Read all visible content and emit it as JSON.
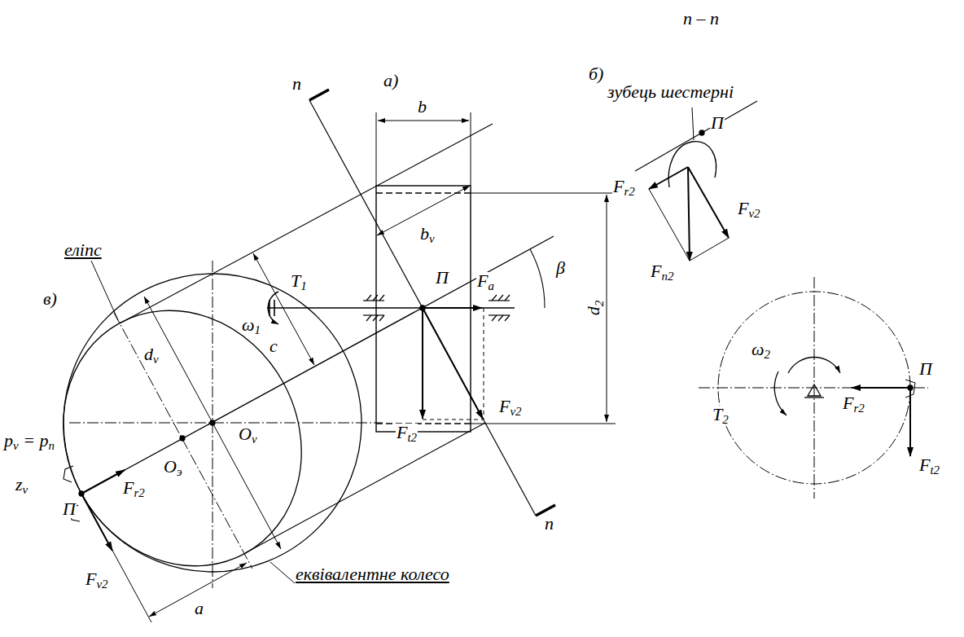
{
  "diagram": {
    "labels": [
      "n – n",
      "б)",
      "зубець шестерні",
      "П",
      "Fr2",
      "Fv2",
      "Fn2",
      "а)",
      "b",
      "n",
      "еліпс",
      "d2",
      "в)",
      "bv",
      "c",
      "T1",
      "ω1",
      "П",
      "Fa",
      "β",
      "dv",
      "Ov",
      "Oэ",
      "pv = pn",
      "Ft2",
      "Fv2",
      "zv",
      "Fr2",
      "П",
      "n",
      "Fv2",
      "a",
      "еквівалентне колесо",
      "ω2",
      "T2",
      "Fr2",
      "П",
      "Ft2"
    ]
  }
}
